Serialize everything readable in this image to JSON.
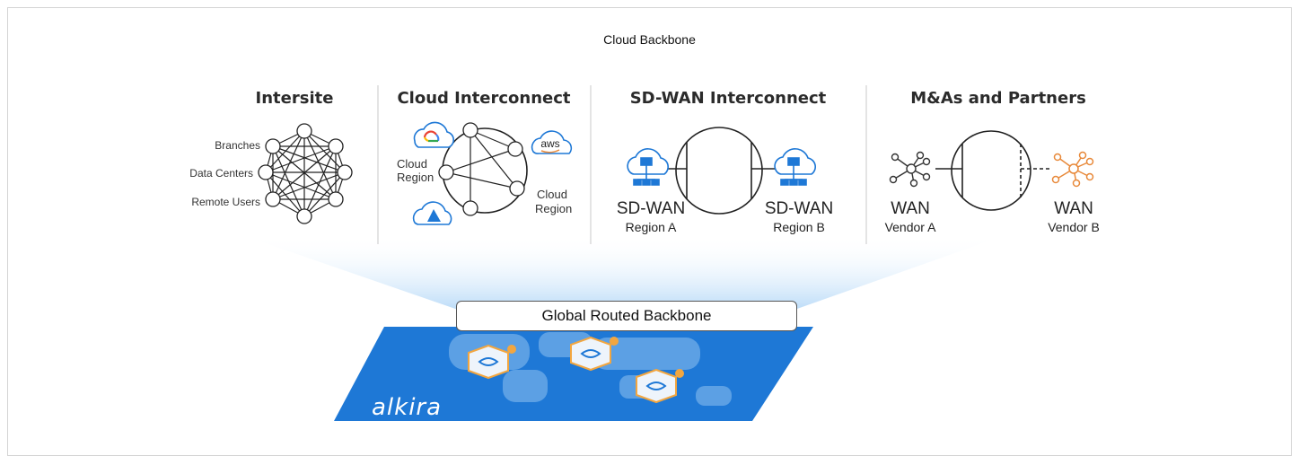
{
  "title": "Cloud Backbone",
  "sections": {
    "intersite": {
      "title": "Intersite",
      "labels": [
        "Branches",
        "Data Centers",
        "Remote Users"
      ]
    },
    "cloud_interconnect": {
      "title": "Cloud Interconnect",
      "labels": [
        "Cloud",
        "Region",
        "Cloud",
        "Region"
      ],
      "aws_label": "aws"
    },
    "sdwan": {
      "title": "SD-WAN Interconnect",
      "left_label": "SD-WAN",
      "left_sub": "Region A",
      "right_label": "SD-WAN",
      "right_sub": "Region B"
    },
    "mna": {
      "title": "M&As and Partners",
      "left_label": "WAN",
      "left_sub": "Vendor A",
      "right_label": "WAN",
      "right_sub": "Vendor B"
    }
  },
  "backbone_label": "Global Routed Backbone",
  "brand": "alkira",
  "colors": {
    "blue": "#1e78d6",
    "orange": "#e8893a",
    "glow": "#cfe6fb"
  }
}
